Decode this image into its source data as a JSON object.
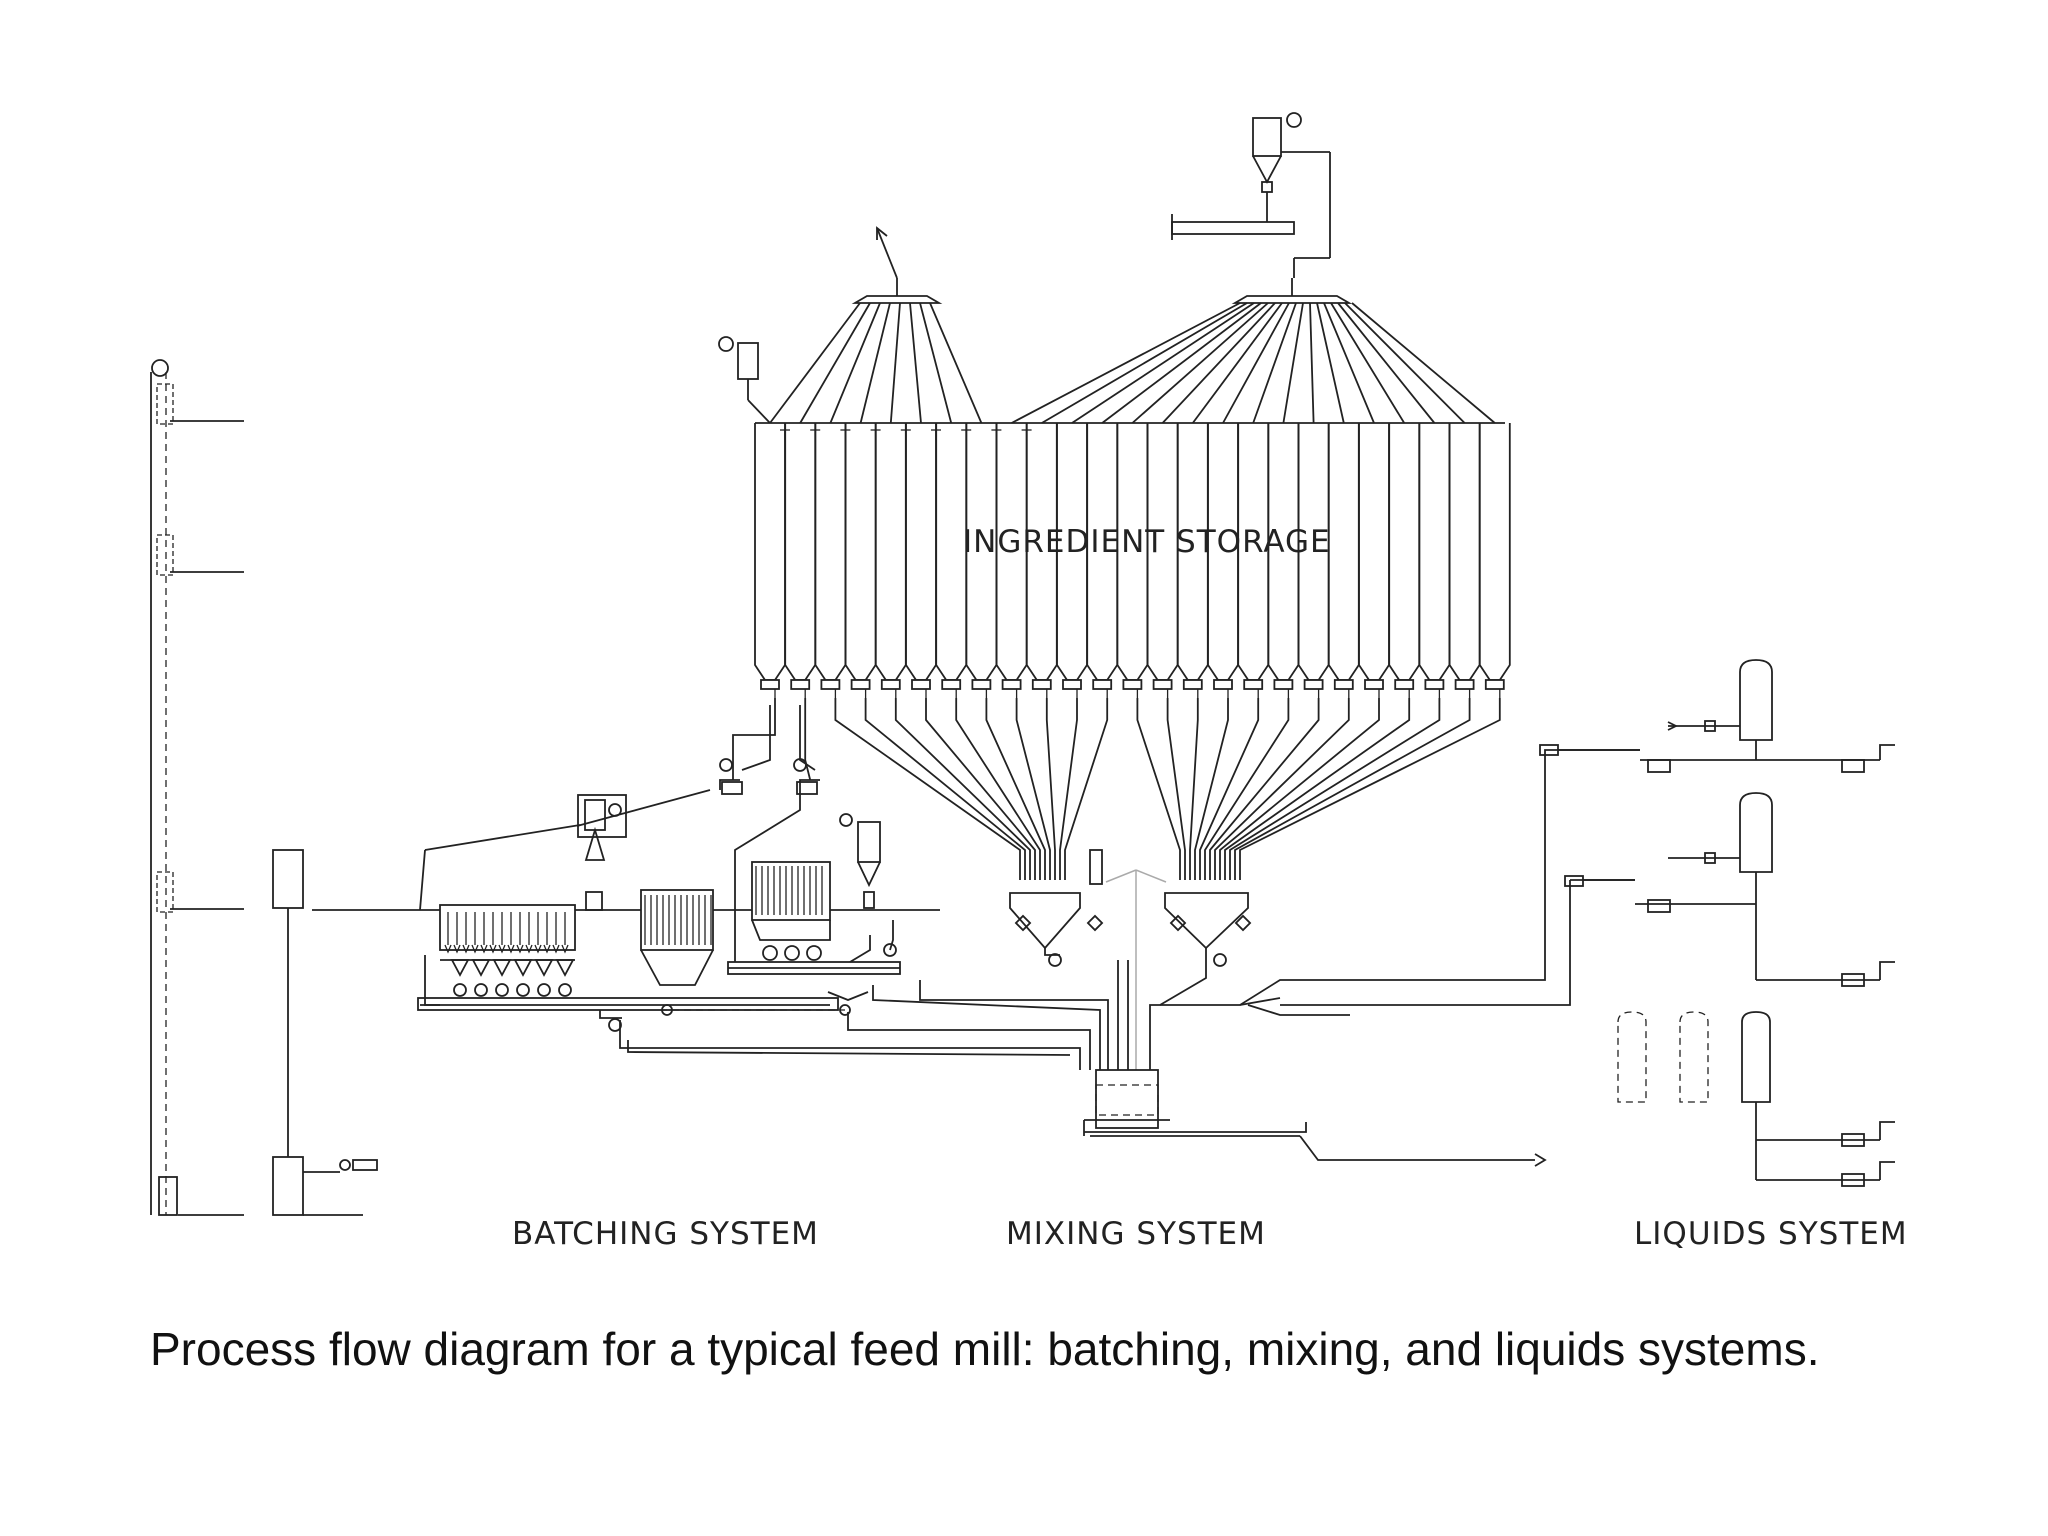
{
  "labels": {
    "ingredient_storage": "INGREDIENT  STORAGE",
    "batching_system": "BATCHING  SYSTEM",
    "mixing_system": "MIXING  SYSTEM",
    "liquids_system": "LIQUIDS  SYSTEM"
  },
  "caption": "Process flow diagram for a typical feed mill: batching, mixing, and liquids systems.",
  "colors": {
    "line": "#222222",
    "background": "#ffffff",
    "faint_line": "#aaaaaa"
  }
}
